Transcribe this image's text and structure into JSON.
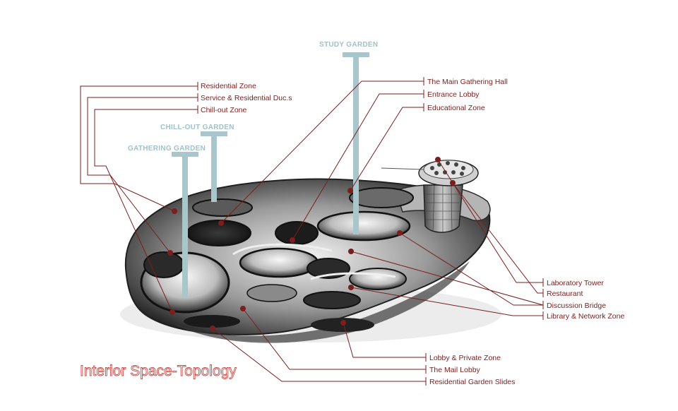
{
  "title": "Interior Space-Topology",
  "gardens": [
    {
      "id": "study",
      "label": "STUDY GARDEN"
    },
    {
      "id": "chillout",
      "label": "CHILL-OUT GARDEN"
    },
    {
      "id": "gathering",
      "label": "GATHERING GARDEN"
    }
  ],
  "labels": {
    "left": [
      "Residential Zone",
      "Service & Residential Duc.s",
      "Chill-out Zone"
    ],
    "top_right": [
      "The Main Gathering Hall",
      "Entrance Lobby",
      "Educational Zone"
    ],
    "right": [
      "Laboratory Tower",
      "Restaurant",
      "Discussion Bridge",
      "Library & Network Zone"
    ],
    "bottom": [
      "Lobby & Private Zone",
      "The Mail Lobby",
      "Residential Garden Slides"
    ]
  },
  "colors": {
    "leader": "#7a1e1e",
    "garden": "#9fc2c9",
    "title_outline": "#c0504d"
  }
}
